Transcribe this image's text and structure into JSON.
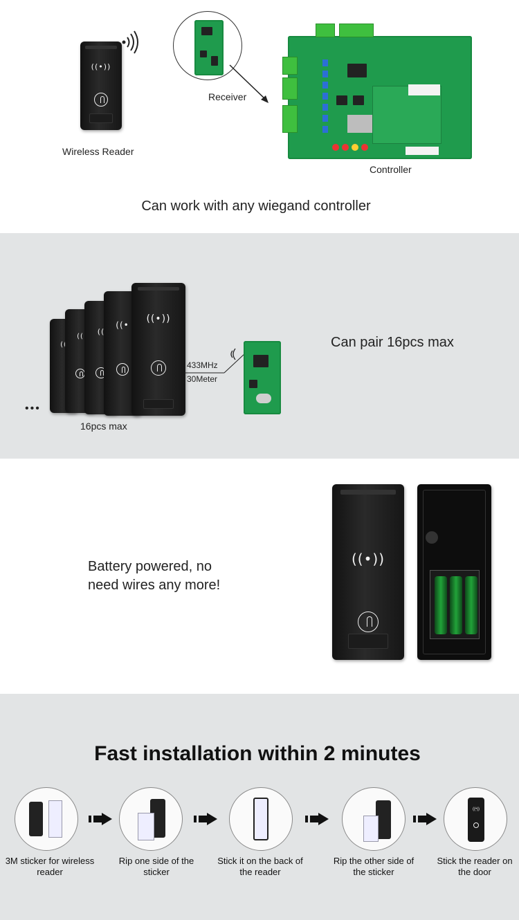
{
  "section1": {
    "reader_label": "Wireless Reader",
    "receiver_label": "Receiver",
    "controller_label": "Controller",
    "caption": "Can work with any wiegand controller"
  },
  "section2": {
    "freq_label": "433MHz",
    "range_label": "30Meter",
    "count_label": "16pcs max",
    "ellipsis": "•••",
    "caption": "Can pair 16pcs max"
  },
  "section3": {
    "caption_line1": "Battery powered, no",
    "caption_line2": "need wires any more!"
  },
  "section4": {
    "title": "Fast installation within 2 minutes",
    "steps": [
      {
        "line1": "3M sticker for wireless",
        "line2": "reader"
      },
      {
        "line1": "Rip one side of the",
        "line2": "sticker"
      },
      {
        "line1": "Stick it on the back of",
        "line2": "the reader"
      },
      {
        "line1": "Rip the other side of",
        "line2": "the sticker"
      },
      {
        "line1": "Stick the reader on",
        "line2": "the door"
      }
    ]
  },
  "icons": {
    "rfid": "rfid-wave-icon",
    "finger": "finger-touch-icon",
    "signal": "wireless-signal-icon",
    "arrow": "right-arrow-icon"
  },
  "colors": {
    "pcb_green": "#1f9b4d",
    "terminal_green": "#3fbf3f",
    "band_gray": "#e2e4e5",
    "device_black": "#161616"
  }
}
